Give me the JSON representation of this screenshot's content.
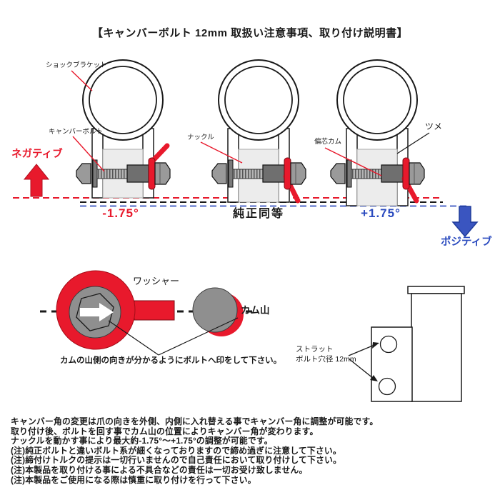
{
  "title": "【キャンバーボルト 12mm 取扱い注意事項、取り付け説明書】",
  "colors": {
    "red": "#e8192c",
    "blue_arrow": "#3a55c0",
    "blue_text": "#2b4bbf",
    "knuckle_gray": "#ececec",
    "metal_gray": "#9a9a9a"
  },
  "top_diagram": {
    "labels": {
      "shock_bracket": "ショックブラケット",
      "camber_bolt": "キャンバーボルト",
      "negative": "ネガティブ",
      "knuckle": "ナックル",
      "eccentric_cam": "偏芯カム",
      "claw": "ツメ",
      "positive": "ポジティブ"
    },
    "angle_left": "-1.75°",
    "angle_center": "純正同等",
    "angle_right": "+1.75°"
  },
  "washer_diagram": {
    "washer_label": "ワッシャー",
    "cam_label": "カム山",
    "caption": "カムの山側の向きが分かるようにボルトへ印をして下さい。"
  },
  "strut_diagram": {
    "label_line1": "ストラット",
    "label_line2": "ボルト穴径 12mm"
  },
  "notes": [
    "キャンバー角の変更は爪の向きを外側、内側に入れ替える事でキャンバー角に調整が可能です。",
    "取り付け後、ボルトを回す事でカム山の位置によりキャンバー角が変わります。",
    "ナックルを動かす事により最大約-1.75°～+1.75°の調整が可能です。",
    "(注)純正ボルトと違いボルト系が細くなっておりますので締め過ぎに注意して下さい。",
    "(注)締付けトルクの提示は一切行いませんので自己責任において取り付けして下さい。",
    "(注)本製品を取り付ける事による不具合などの責任は一切お受け致しません。",
    "(注)本製品をご使用になる際は慎重に取り付けを行って下さい。"
  ]
}
